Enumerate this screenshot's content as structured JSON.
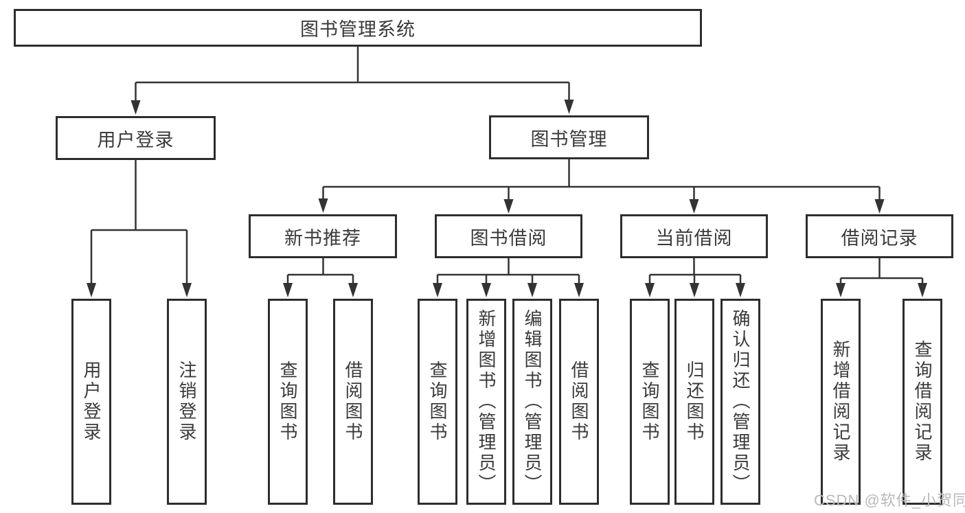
{
  "diagram_title": "图书管理系统",
  "nodes": {
    "root": "图书管理系统",
    "user-login": "用户登录",
    "book-mgmt": "图书管理",
    "new-book-rec": "新书推荐",
    "book-borrow": "图书借阅",
    "current-borrow": "当前借阅",
    "borrow-records": "借阅记录",
    "ul-user-login": "用户登录",
    "ul-logout": "注销登录",
    "nbr-query": "查询图书",
    "nbr-borrow": "借阅图书",
    "bb-query": "查询图书",
    "bb-add": "新增图书（管理员）",
    "bb-edit": "编辑图书（管理员）",
    "bb-borrow": "借阅图书",
    "cb-query": "查询图书",
    "cb-return": "归还图书",
    "cb-confirm": "确认归还（管理员）",
    "br-add": "新增借阅记录",
    "br-query": "查询借阅记录"
  },
  "hierarchy": {
    "root": [
      "user-login",
      "book-mgmt"
    ],
    "user-login": [
      "ul-user-login",
      "ul-logout"
    ],
    "book-mgmt": [
      "new-book-rec",
      "book-borrow",
      "current-borrow",
      "borrow-records"
    ],
    "new-book-rec": [
      "nbr-query",
      "nbr-borrow"
    ],
    "book-borrow": [
      "bb-query",
      "bb-add",
      "bb-edit",
      "bb-borrow"
    ],
    "current-borrow": [
      "cb-query",
      "cb-return",
      "cb-confirm"
    ],
    "borrow-records": [
      "br-add",
      "br-query"
    ]
  },
  "watermark": {
    "text": "CSDN @软件_小贺同学"
  },
  "colors": {
    "line": "#333333",
    "box_border": "#2d2d2d",
    "text": "#3a3a3a",
    "watermark": "#b9b9b9",
    "background": "#ffffff"
  }
}
